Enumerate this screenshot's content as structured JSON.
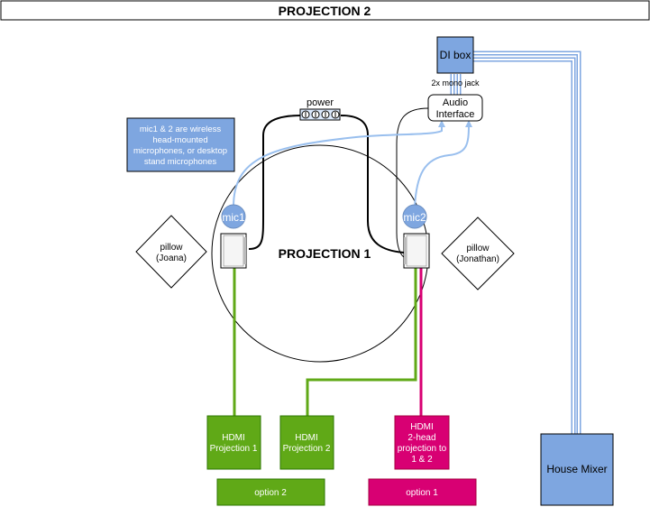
{
  "title": "PROJECTION 2",
  "stage": {
    "label": "PROJECTION 1"
  },
  "power": {
    "label": "power"
  },
  "di_box": {
    "label": "DI box"
  },
  "mono_jack": {
    "label": "2x mono jack"
  },
  "audio_interface": {
    "line1": "Audio",
    "line2": "Interface"
  },
  "mic_note": {
    "lines": [
      "mic1 & 2 are wireless",
      "head-mounted",
      "microphones, or desktop",
      "stand microphones"
    ]
  },
  "mic1": {
    "label": "mic1"
  },
  "mic2": {
    "label": "mic2"
  },
  "pillow_left": {
    "line1": "pillow",
    "line2": "(Joana)"
  },
  "pillow_right": {
    "line1": "pillow",
    "line2": "(Jonathan)"
  },
  "hdmi1": {
    "line1": "HDMI",
    "line2": "Projection 1"
  },
  "hdmi2": {
    "line1": "HDMI",
    "line2": "Projection 2"
  },
  "hdmi_two_head": {
    "lines": [
      "HDMI",
      "2-head",
      "projection to",
      "1 & 2"
    ]
  },
  "option2": {
    "label": "option 2"
  },
  "option1": {
    "label": "option 1"
  },
  "house_mixer": {
    "label": "House Mixer"
  },
  "colors": {
    "green": "#60a917",
    "magenta": "#d80073",
    "blue_fill": "#7ea6e0",
    "light_blue_line": "#99bfee",
    "dark_line": "#000000"
  }
}
